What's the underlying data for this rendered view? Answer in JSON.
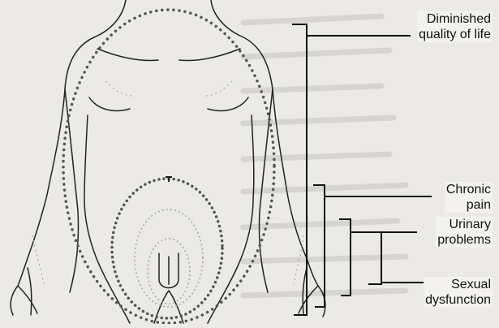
{
  "labels": [
    {
      "line1": "Diminished",
      "line2": "quality of life"
    },
    {
      "line1": "Chronic",
      "line2": "pain"
    },
    {
      "line1": "Urinary",
      "line2": "problems"
    },
    {
      "line1": "Sexual",
      "line2": "dysfunction"
    }
  ],
  "colors": {
    "background": "#eceae6",
    "ink": "#111111",
    "page_text": "#cfcdc8"
  }
}
